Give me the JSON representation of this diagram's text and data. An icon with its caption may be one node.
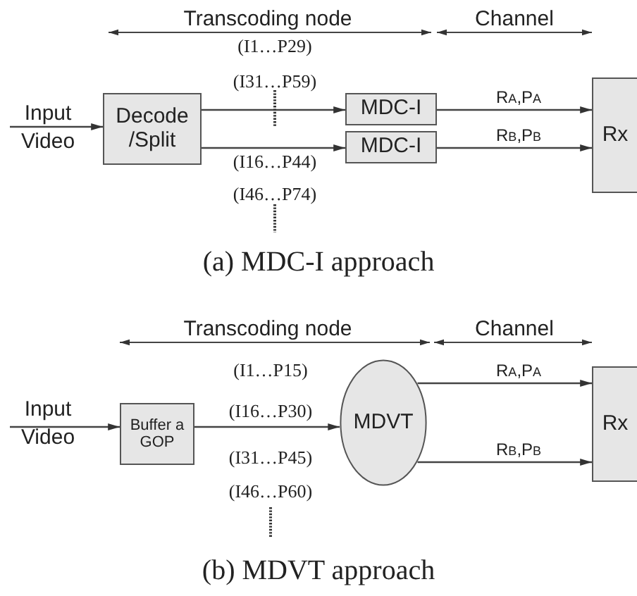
{
  "diagram": {
    "nodes": [
      {
        "text": [
          "Input Video"
        ]
      },
      {
        "text": [
          "Decode /Split"
        ]
      },
      {
        "text": [
          "MDC-I"
        ]
      },
      {
        "text": [
          "MDC-I"
        ]
      },
      {
        "text": [
          "Rx"
        ]
      },
      {
        "text": [
          "Input Video"
        ]
      },
      {
        "text": [
          "Buffer a GOP"
        ]
      },
      {
        "text": [
          "MDVT"
        ]
      },
      {
        "text": [
          "Rx"
        ]
      }
    ],
    "edges": [
      {
        "from": 0,
        "to": 1,
        "arrow": "to"
      },
      {
        "from": 1,
        "to": 2,
        "arrow": "to"
      },
      {
        "from": 1,
        "to": 3,
        "arrow": "to"
      },
      {
        "from": 2,
        "to": 4,
        "arrow": "to",
        "label": "R$_{A}$,P$_{A}$"
      },
      {
        "from": 3,
        "to": 4,
        "arrow": "to",
        "label": "R$_{B}$,P$_{B}$"
      },
      {
        "from": 5,
        "to": 6,
        "arrow": "to"
      },
      {
        "from": 6,
        "to": 7,
        "arrow": "to"
      },
      {
        "from": 7,
        "to": 8,
        "arrow": "to",
        "label": "R$_{A}$,P$_{A}$"
      },
      {
        "from": 7,
        "to": 8,
        "arrow": "to",
        "label": "R$_{B}$,P$_{B}$"
      }
    ],
    "labels": [
      "Transcoding node",
      "Channel",
      "(I1…P29)",
      "(I31…P59)",
      "(I16…P44)",
      "(I46…P74)",
      "(a) MDC-I approach",
      "Transcoding node",
      "Channel",
      "(I1…P15)",
      "(I16…P30)",
      "(I31…P45)",
      "(I46…P60)",
      "(b) MDVT approach"
    ]
  }
}
